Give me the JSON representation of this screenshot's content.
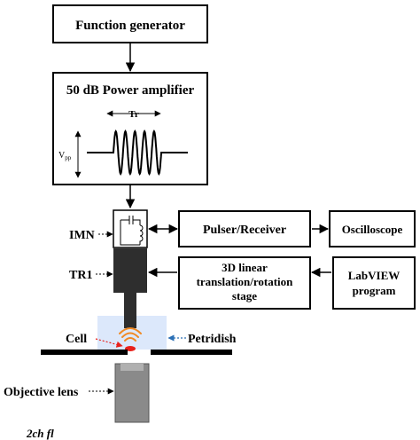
{
  "boxes": {
    "function_generator": "Function generator",
    "power_amplifier": "50 dB Power amplifier",
    "pulser_receiver": "Pulser/Receiver",
    "oscilloscope": "Oscilloscope",
    "stage_line1": "3D linear",
    "stage_line2": "translation/rotation",
    "stage_line3": "stage",
    "labview_line1": "LabVIEW",
    "labview_line2": "program"
  },
  "signal": {
    "tr_label": "Tr",
    "vpp_label": "V",
    "vpp_subscript": "pp"
  },
  "labels": {
    "imn": "IMN",
    "tr1": "TR1",
    "cell": "Cell",
    "petridish": "Petridish",
    "objective_lens": "Objective lens",
    "bottom_caption": "2ch fl"
  },
  "colors": {
    "box_stroke": "#000000",
    "petridish_fill": "#dce8fb",
    "wave_orange": "#f08a24",
    "cell_red": "#e8201a",
    "cell_arrow_red": "#e8201a",
    "petridish_arrow_blue": "#2a6fb5",
    "transducer_dark": "#2e2e2e",
    "lens_gray": "#8a8a8a"
  }
}
